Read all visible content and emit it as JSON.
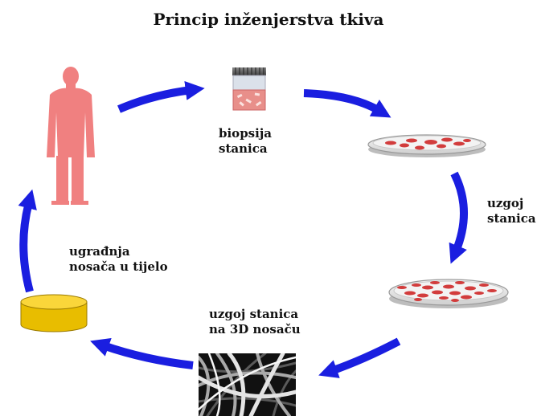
{
  "title": "Princip inženjerstva tkiva",
  "steps": {
    "biopsy": {
      "line1": "biopsija",
      "line2": "stanica"
    },
    "culture": {
      "line1": "uzgoj",
      "line2": "stanica"
    },
    "scaffold_culture": {
      "line1": "uzgoj stanica",
      "line2": "na 3D nosaču"
    },
    "implant": {
      "line1": "ugrađnja",
      "line2": "nosača u tijelo"
    }
  },
  "icons": {
    "person": "person-silhouette-icon",
    "vial": "biopsy-vial-icon",
    "dish_sparse": "petri-dish-sparse-icon",
    "dish_full": "petri-dish-full-icon",
    "scaffold": "scaffold-micrograph-icon",
    "implant": "scaffold-disc-icon"
  },
  "colors": {
    "arrow": "#1a1ee0",
    "person": "#f08080",
    "cells": "#d23c3c",
    "scaffold": "#f0c800"
  }
}
